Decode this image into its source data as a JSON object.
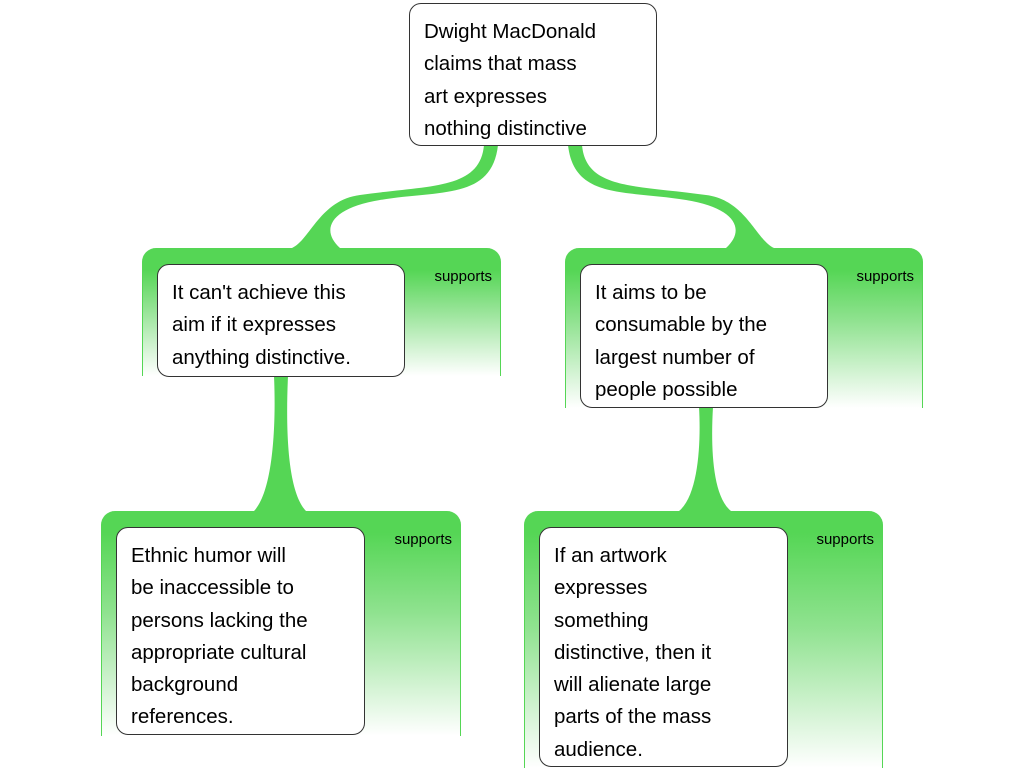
{
  "colors": {
    "link": "#55d655"
  },
  "root": {
    "text": "Dwight MacDonald\nclaims that mass\nart expresses\nnothing distinctive"
  },
  "nodes": [
    {
      "relation": "supports",
      "text": "It can't achieve this\naim if it expresses\nanything distinctive."
    },
    {
      "relation": "supports",
      "text": "It aims to be\nconsumable by the\nlargest number of\npeople possible"
    },
    {
      "relation": "supports",
      "text": "Ethnic humor will\nbe inaccessible to\npersons lacking the\nappropriate cultural\nbackground\nreferences."
    },
    {
      "relation": "supports",
      "text": "If an artwork\nexpresses\nsomething\ndistinctive, then it\nwill alienate large\nparts of the mass\naudience."
    }
  ]
}
